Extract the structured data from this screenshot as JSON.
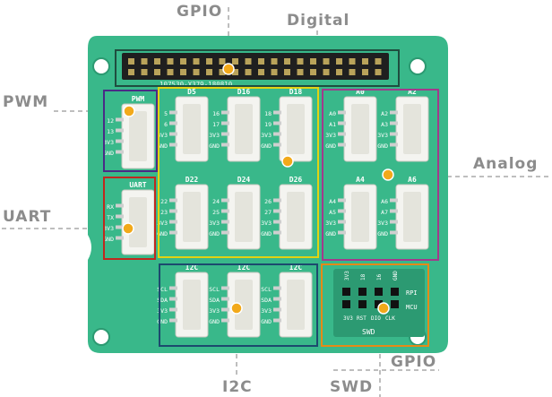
{
  "labels": {
    "gpio_top": "GPIO",
    "digital": "Digital",
    "pwm": "PWM",
    "uart": "UART",
    "analog": "Analog",
    "i2c": "I2C",
    "gpio_bottom": "GPIO",
    "swd": "SWD"
  },
  "board": {
    "silkscreen_id": "107530-X379-180810",
    "connectors": {
      "pwm": {
        "title": "PWM",
        "pins": [
          "12",
          "13",
          "3V3",
          "GND"
        ]
      },
      "uart": {
        "title": "UART",
        "pins": [
          "RX",
          "TX",
          "3V3",
          "GND"
        ]
      },
      "d5": {
        "title": "D5",
        "pins": [
          "5",
          "6",
          "3V3",
          "GND"
        ]
      },
      "d16": {
        "title": "D16",
        "pins": [
          "16",
          "17",
          "3V3",
          "GND"
        ]
      },
      "d18": {
        "title": "D18",
        "pins": [
          "18",
          "19",
          "3V3",
          "GND"
        ]
      },
      "d22": {
        "title": "D22",
        "pins": [
          "22",
          "23",
          "3V3",
          "GND"
        ]
      },
      "d24": {
        "title": "D24",
        "pins": [
          "24",
          "25",
          "3V3",
          "GND"
        ]
      },
      "d26": {
        "title": "D26",
        "pins": [
          "26",
          "27",
          "3V3",
          "GND"
        ]
      },
      "a0": {
        "title": "A0",
        "pins": [
          "A0",
          "A1",
          "3V3",
          "GND"
        ]
      },
      "a2": {
        "title": "A2",
        "pins": [
          "A2",
          "A3",
          "3V3",
          "GND"
        ]
      },
      "a4": {
        "title": "A4",
        "pins": [
          "A4",
          "A5",
          "3V3",
          "GND"
        ]
      },
      "a6": {
        "title": "A6",
        "pins": [
          "A6",
          "A7",
          "3V3",
          "GND"
        ]
      },
      "i2c1": {
        "title": "I2C",
        "pins": [
          "SCL",
          "SDA",
          "3V3",
          "GND"
        ]
      },
      "i2c2": {
        "title": "I2C",
        "pins": [
          "SCL",
          "SDA",
          "3V3",
          "GND"
        ]
      },
      "i2c3": {
        "title": "I2C",
        "pins": [
          "SCL",
          "SDA",
          "3V3",
          "GND"
        ]
      }
    },
    "swd": {
      "title": "SWD",
      "top_pins": [
        "3V3",
        "18",
        "16",
        "GND"
      ],
      "bottom_pins": [
        "3V3",
        "RST",
        "DIO",
        "CLK"
      ],
      "right_labels": [
        "RPI",
        "MCU"
      ]
    }
  },
  "colors": {
    "pcb": "#39b88a",
    "pcb_dark": "#2c9a72",
    "header": "#1f1f1f",
    "connector": "#f4f4f0",
    "dot": "#f2a91a",
    "callout_text": "#8c8c8c",
    "gpio_box": "#1f4d3f",
    "digital_box": "#e2d312",
    "pwm_box": "#4a2b86",
    "uart_box": "#c0281e",
    "analog_box": "#a23a8c",
    "i2c_box": "#1c4a6e",
    "swd_box": "#e58a17"
  }
}
